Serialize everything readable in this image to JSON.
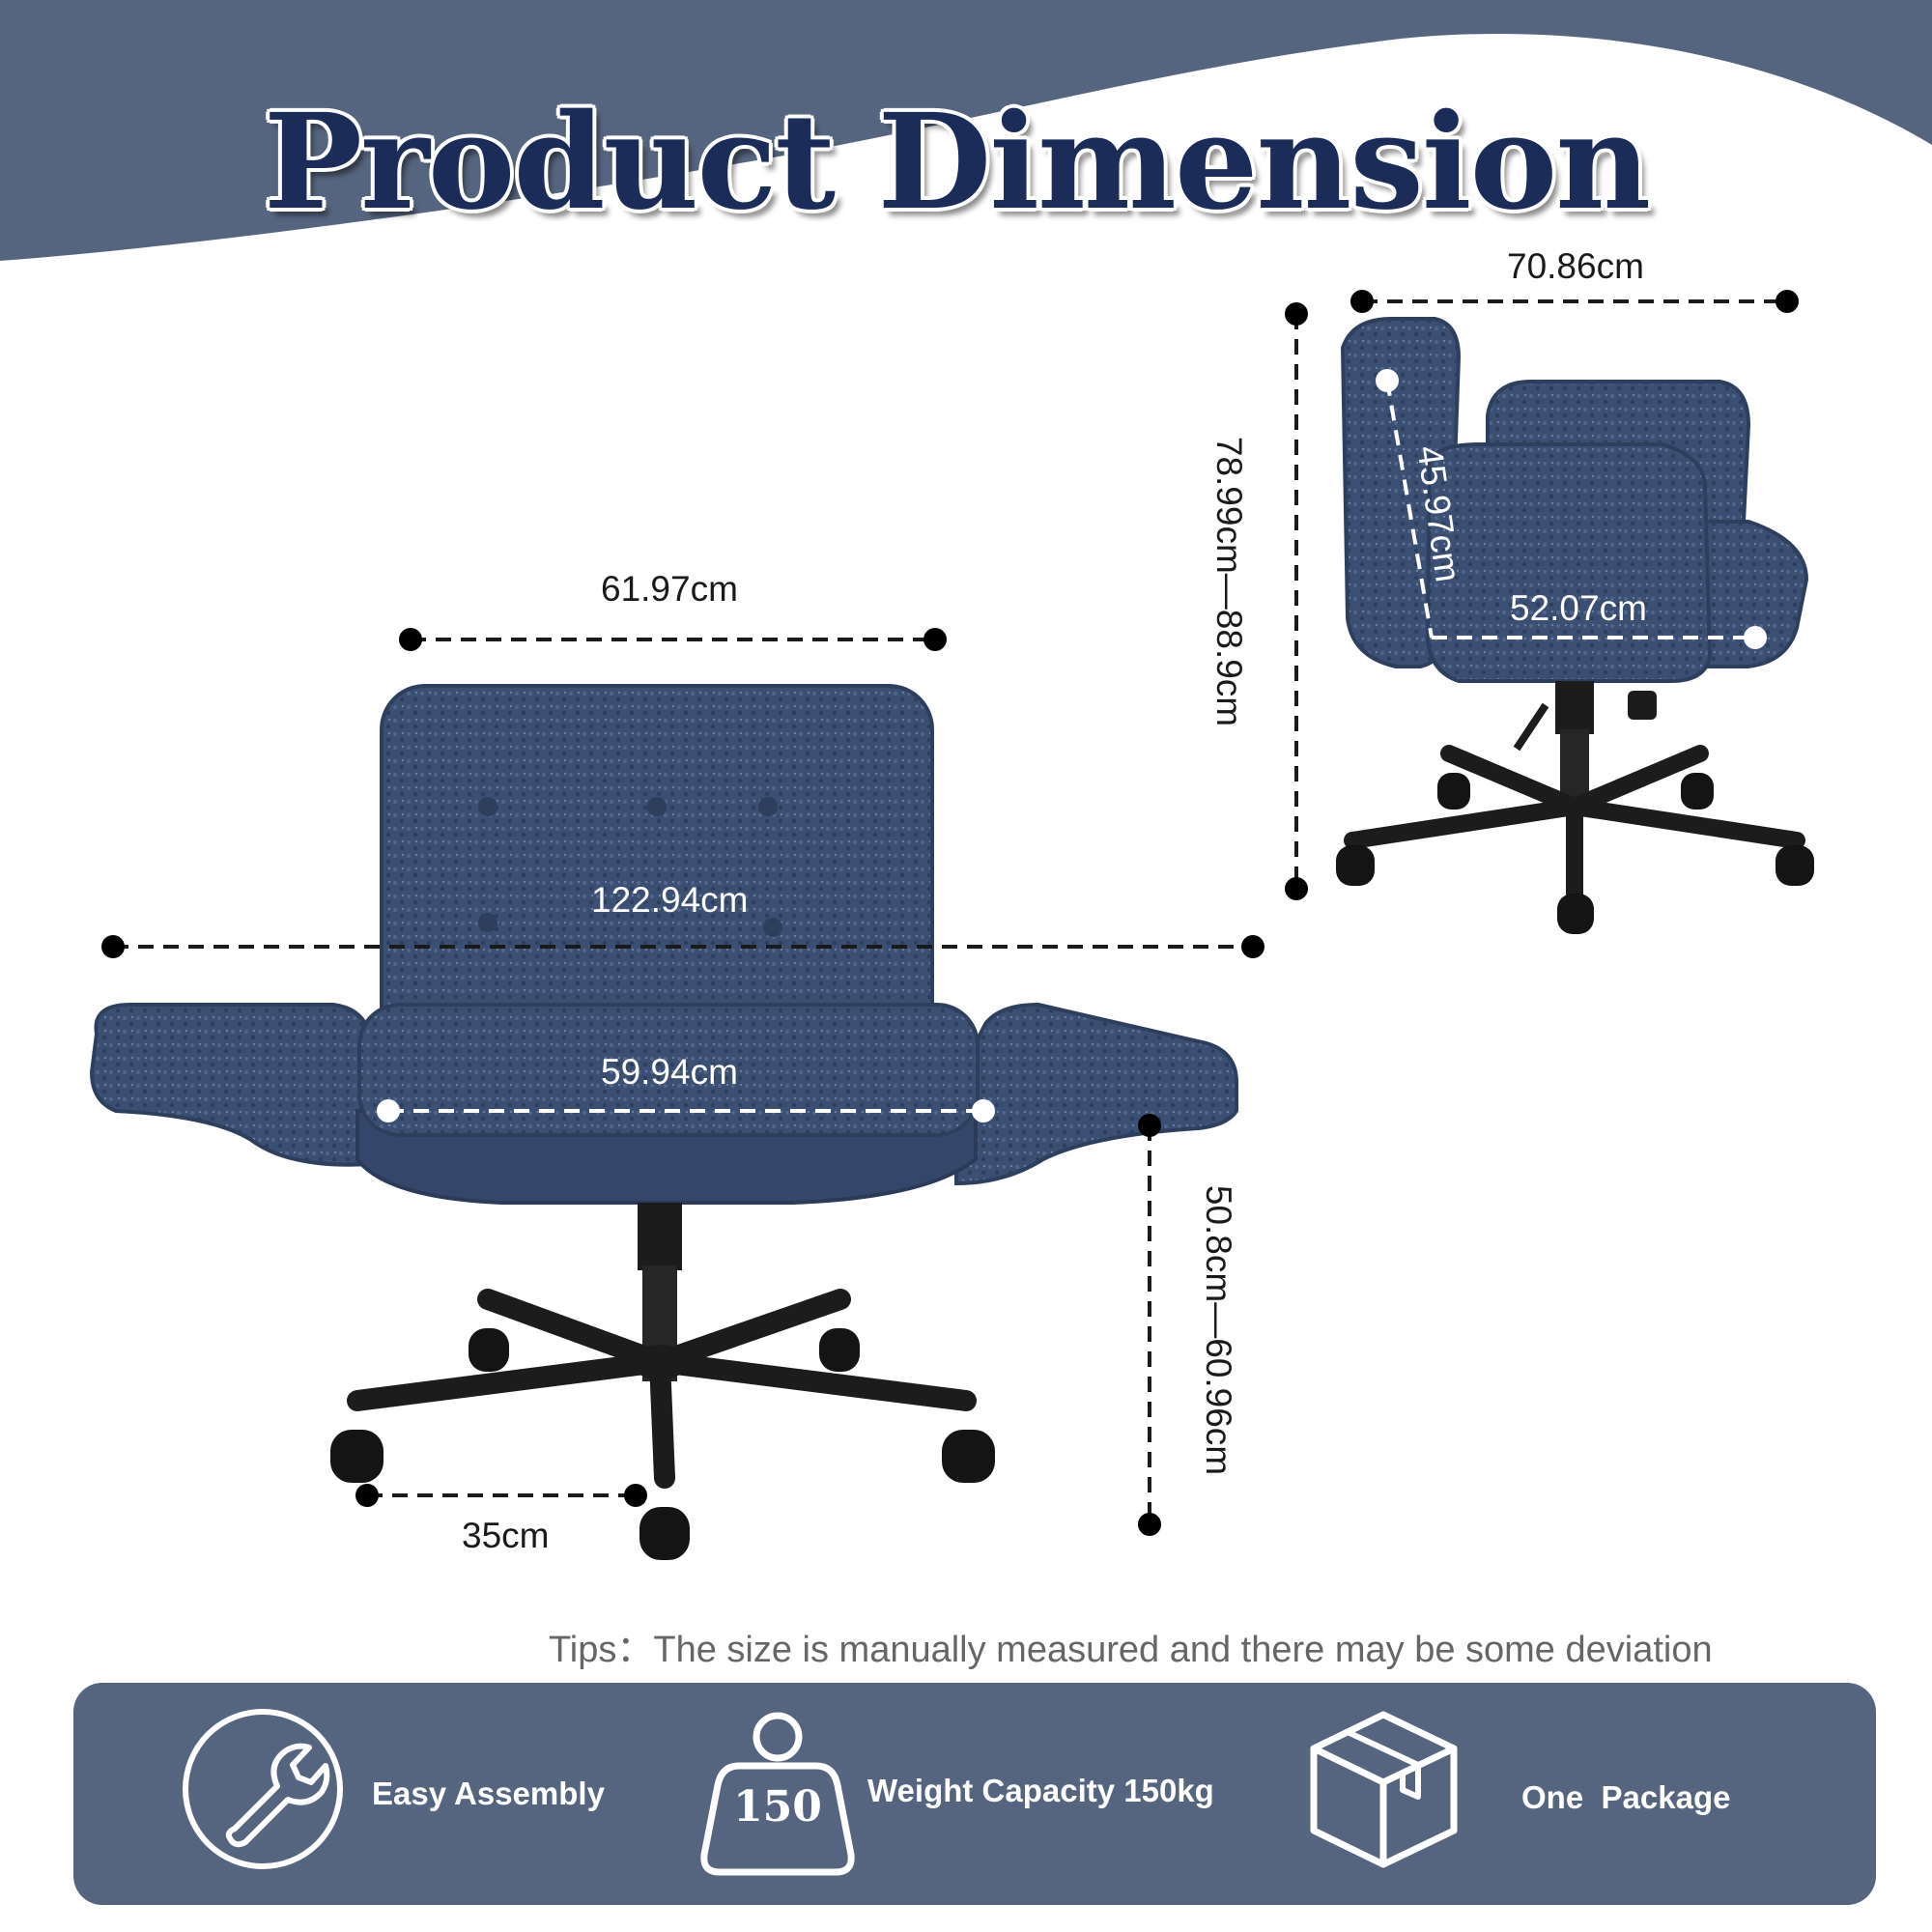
{
  "title": "Product Dimension",
  "colors": {
    "header": "#56657f",
    "title": "#1b2c58",
    "fabric": "#3b4f73",
    "metal": "#1c1c1c"
  },
  "dimensions": {
    "back_width": "61.97cm",
    "total_width": "122.94cm",
    "seat_width": "59.94cm",
    "seat_height": "50.8cm—60.96cm",
    "base_radius": "35cm",
    "side_depth": "70.86cm",
    "side_height": "78.99cm—88.9cm",
    "back_height": "45.97cm",
    "seat_depth": "52.07cm"
  },
  "tips": "Tips：The size is manually measured and there may be some deviation",
  "features": [
    {
      "icon": "wrench-icon",
      "label": "Easy Assembly"
    },
    {
      "icon": "weight-icon",
      "label": "Weight Capacity 150kg",
      "badge": "150"
    },
    {
      "icon": "box-icon",
      "label": "One  Package"
    }
  ]
}
